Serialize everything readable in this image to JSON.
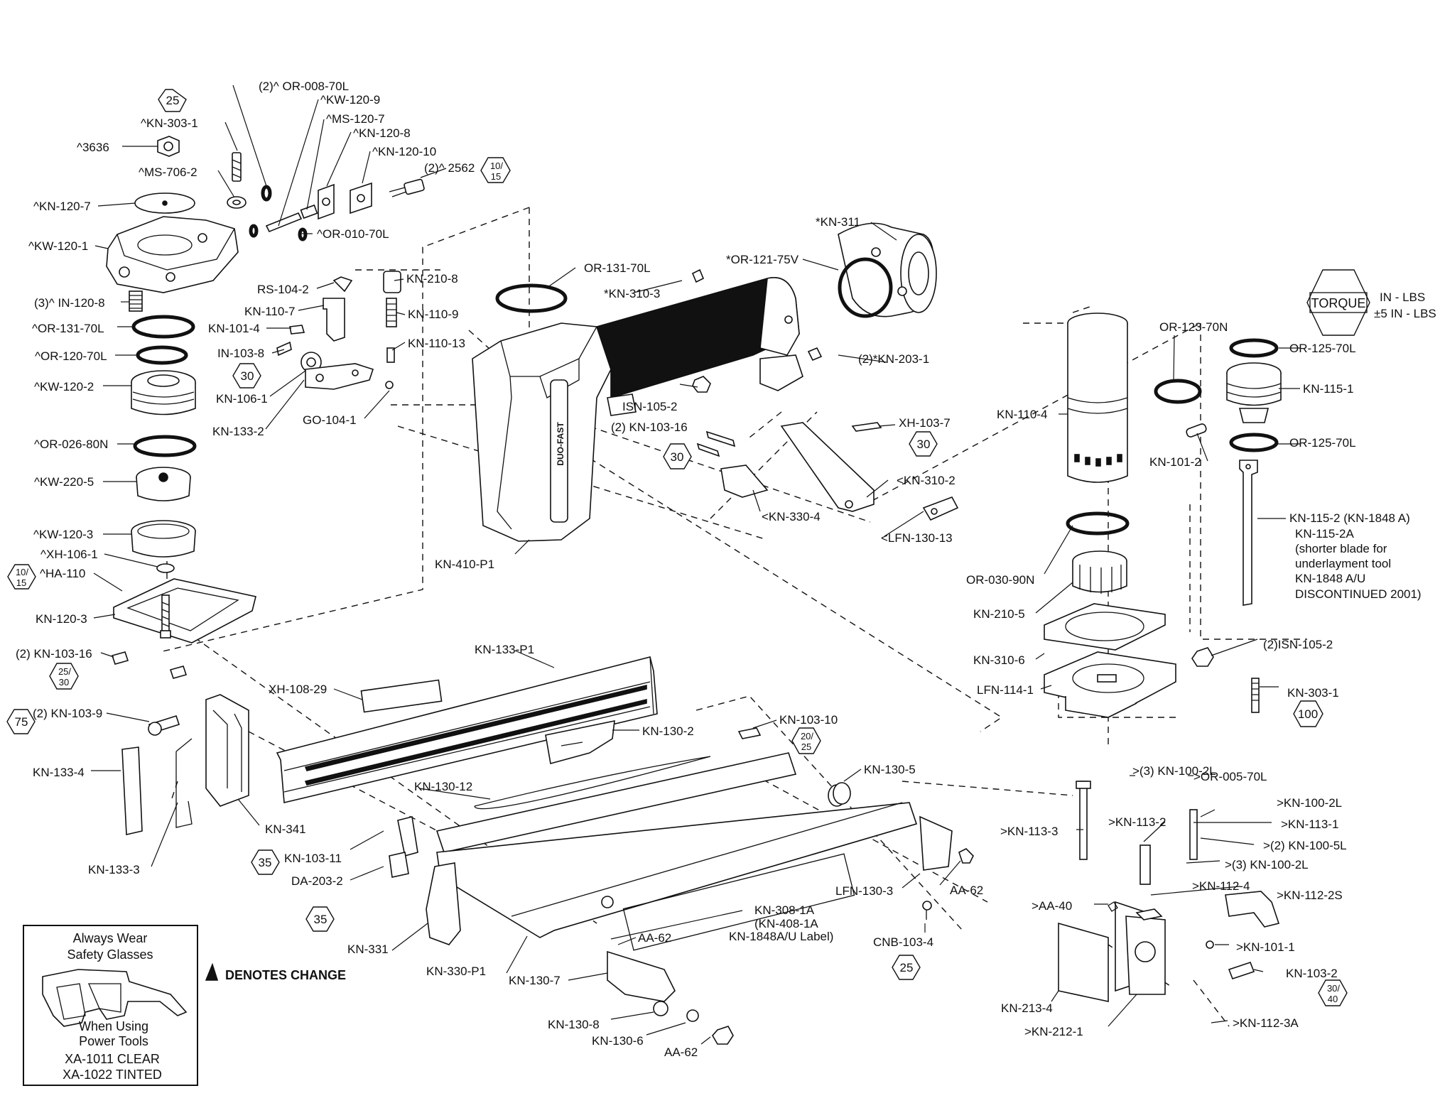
{
  "labels": {
    "or_008": "(2)^ OR-008-70L",
    "kw_120_9": "^KW-120-9",
    "ms_120_7": "^MS-120-7",
    "kn_120_8": "^KN-120-8",
    "kn_120_10": "^KN-120-10",
    "r2562": "(2)^ 2562",
    "kn_303_1a": "^KN-303-1",
    "c3636": "^3636",
    "ms_706_2": "^MS-706-2",
    "kn_120_7": "^KN-120-7",
    "kw_120_1": "^KW-120-1",
    "or_010": "^OR-010-70L",
    "in_120_8": "(3)^ IN-120-8",
    "or_131a": "^OR-131-70L",
    "or_120": "^OR-120-70L",
    "kw_120_2": "^KW-120-2",
    "or_026": "^OR-026-80N",
    "kw_220_5": "^KW-220-5",
    "kw_120_3": "^KW-120-3",
    "xh_106_1": "^XH-106-1",
    "ha_110": "^HA-110",
    "kn_120_3": "KN-120-3",
    "rs_104_2": "RS-104-2",
    "kn_110_7": "KN-110-7",
    "kn_101_4": "KN-101-4",
    "in_103_8": "IN-103-8",
    "kn_106_1": "KN-106-1",
    "kn_133_2": "KN-133-2",
    "go_104_1": "GO-104-1",
    "kn_210_8": "KN-210-8",
    "kn_110_9": "KN-110-9",
    "kn_110_13": "KN-110-13",
    "or_131b": "OR-131-70L",
    "kn_310_3": "*KN-310-3",
    "kn_311": "*KN-311",
    "or_121": "*OR-121-75V",
    "kn_203_1": "(2)*KN-203-1",
    "isn_105_2a": "ISN-105-2",
    "kn_103_16a": "(2) KN-103-16",
    "xh_103_7": "XH-103-7",
    "kn_310_2": "<KN-310-2",
    "kn_330_4": "<KN-330-4",
    "lfn_130_13": "<LFN-130-13",
    "kn_410": "KN-410-P1",
    "kn_110_4": "KN-110-4",
    "or_030": "OR-030-90N",
    "kn_210_5": "KN-210-5",
    "kn_310_6": "KN-310-6",
    "lfn_114_1": "LFN-114-1",
    "or_123": "OR-123-70N",
    "or_125a": "OR-125-70L",
    "kn_115_1": "KN-115-1",
    "kn_101_2": "KN-101-2",
    "or_125b": "OR-125-70L",
    "kn_115_2_l1": "KN-115-2 (KN-1848 A)",
    "kn_115_2_l2": "KN-115-2A",
    "kn_115_2_l3": "(shorter blade for",
    "kn_115_2_l4": "underlayment tool",
    "kn_115_2_l5": "KN-1848 A/U",
    "kn_115_2_l6": "DISCONTINUED 2001)",
    "isn_105_2b": "(2)ISN-105-2",
    "kn_303_1b": "KN-303-1",
    "kn_103_16b": "(2) KN-103-16",
    "kn_103_9": "(2) KN-103-9",
    "kn_133_4": "KN-133-4",
    "kn_133_3": "KN-133-3",
    "kn_341": "KN-341",
    "xh_108_29": "XH-108-29",
    "kn_133_p1": "KN-133-P1",
    "kn_130_2": "KN-130-2",
    "kn_103_10": "KN-103-10",
    "kn_130_12": "KN-130-12",
    "kn_130_5": "KN-130-5",
    "kn_103_11": "KN-103-11",
    "da_203_2": "DA-203-2",
    "kn_331": "KN-331",
    "kn_330_p1": "KN-330-P1",
    "aa_62a": "AA-62",
    "kn_308_l1": "KN-308-1A",
    "kn_308_l2": "(KN-408-1A",
    "kn_308_l3": "KN-1848A/U Label)",
    "kn_130_7": "KN-130-7",
    "kn_130_8": "KN-130-8",
    "kn_130_6": "KN-130-6",
    "aa_62b": "AA-62",
    "lfn_130_3": "LFN-130-3",
    "aa_62c": "AA-62",
    "cnb_103_4": "CNB-103-4",
    "kn_100_2l_a": ">(3) KN-100-2L",
    "or_005": ">OR-005-70L",
    "kn_100_2l_b": ">KN-100-2L",
    "kn_113_3": ">KN-113-3",
    "kn_113_2": ">KN-113-2",
    "kn_113_1": ">KN-113-1",
    "kn_100_5l": ">(2) KN-100-5L",
    "kn_100_2l_c": ">(3) KN-100-2L",
    "kn_112_4": ">KN-112-4",
    "kn_112_2s": ">KN-112-2S",
    "aa_40": ">AA-40",
    "kn_101_1": ">KN-101-1",
    "kn_103_2": "KN-103-2",
    "kn_213_4": "KN-213-4",
    "kn_212_1": ">KN-212-1",
    "kn_112_3a": ">KN-112-3A"
  },
  "hex_badges": {
    "h25a": "25",
    "h30a": "30",
    "h30b": "30",
    "h30c": "30",
    "h35a": "35",
    "h35b": "35",
    "h25b": "25",
    "h75": "75",
    "h100": "100",
    "h1015a_top": "10/",
    "h1015a_bot": "15",
    "h1015b_top": "10/",
    "h1015b_bot": "15",
    "h2530_top": "25/",
    "h2530_bot": "30",
    "h2025_top": "20/",
    "h2025_bot": "25",
    "h3040_top": "30/",
    "h3040_bot": "40"
  },
  "torque": {
    "label": "TORQUE",
    "unit": "IN - LBS",
    "tolerance": "±5 IN - LBS"
  },
  "logo": "DUO-FAST",
  "safety": {
    "line1": "Always Wear",
    "line2": "Safety Glasses",
    "line3": "When Using",
    "line4": "Power Tools",
    "line5": "XA-1011 CLEAR",
    "line6": "XA-1022 TINTED"
  },
  "legend": {
    "denotes_change": "DENOTES CHANGE"
  }
}
